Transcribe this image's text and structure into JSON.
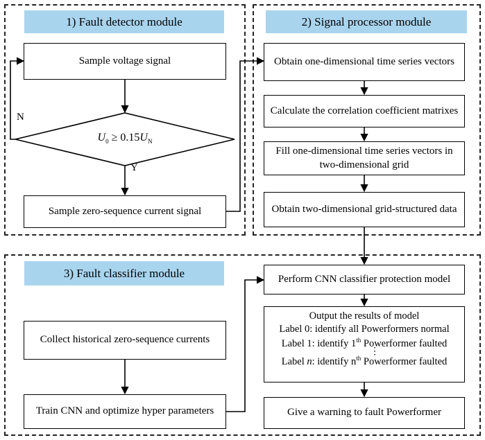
{
  "modules": {
    "fault_detector": {
      "title": "1) Fault detector module",
      "sample_voltage": "Sample voltage signal",
      "decision": {
        "u0": "U",
        "u0_sub": "0",
        "ge": "≥ 0.15",
        "un": "U",
        "un_sub": "N"
      },
      "branch_no": "N",
      "branch_yes": "Y",
      "sample_current": "Sample zero-sequence current signal"
    },
    "signal_processor": {
      "title": "2) Signal processor module",
      "step1": "Obtain one-dimensional time series vectors",
      "step2": "Calculate the correlation coefficient matrixes",
      "step3": "Fill one-dimensional time series vectors in two-dimensional grid",
      "step4": "Obtain  two-dimensional grid-structured data"
    },
    "fault_classifier": {
      "title": "3) Fault classifier module",
      "collect": "Collect historical zero-sequence currents",
      "train": "Train  CNN and optimize hyper parameters",
      "perform": "Perform CNN classifier protection model",
      "output": {
        "heading": "Output the results of model",
        "label0": "Label 0: identify all Powerformers normal",
        "label1_pre": "Label 1: identify 1",
        "label1_sup": "th",
        "label1_post": " Powerformer faulted",
        "vdots": "⋮",
        "labeln_a": "Label ",
        "labeln_n": "n",
        "labeln_b": ": identify n",
        "labeln_sup": "th",
        "labeln_post": " Powerformer faulted"
      },
      "warning": "Give a warning to fault Powerformer"
    }
  },
  "colors": {
    "header_fill": "#a9d4ee",
    "line": "#000000"
  }
}
